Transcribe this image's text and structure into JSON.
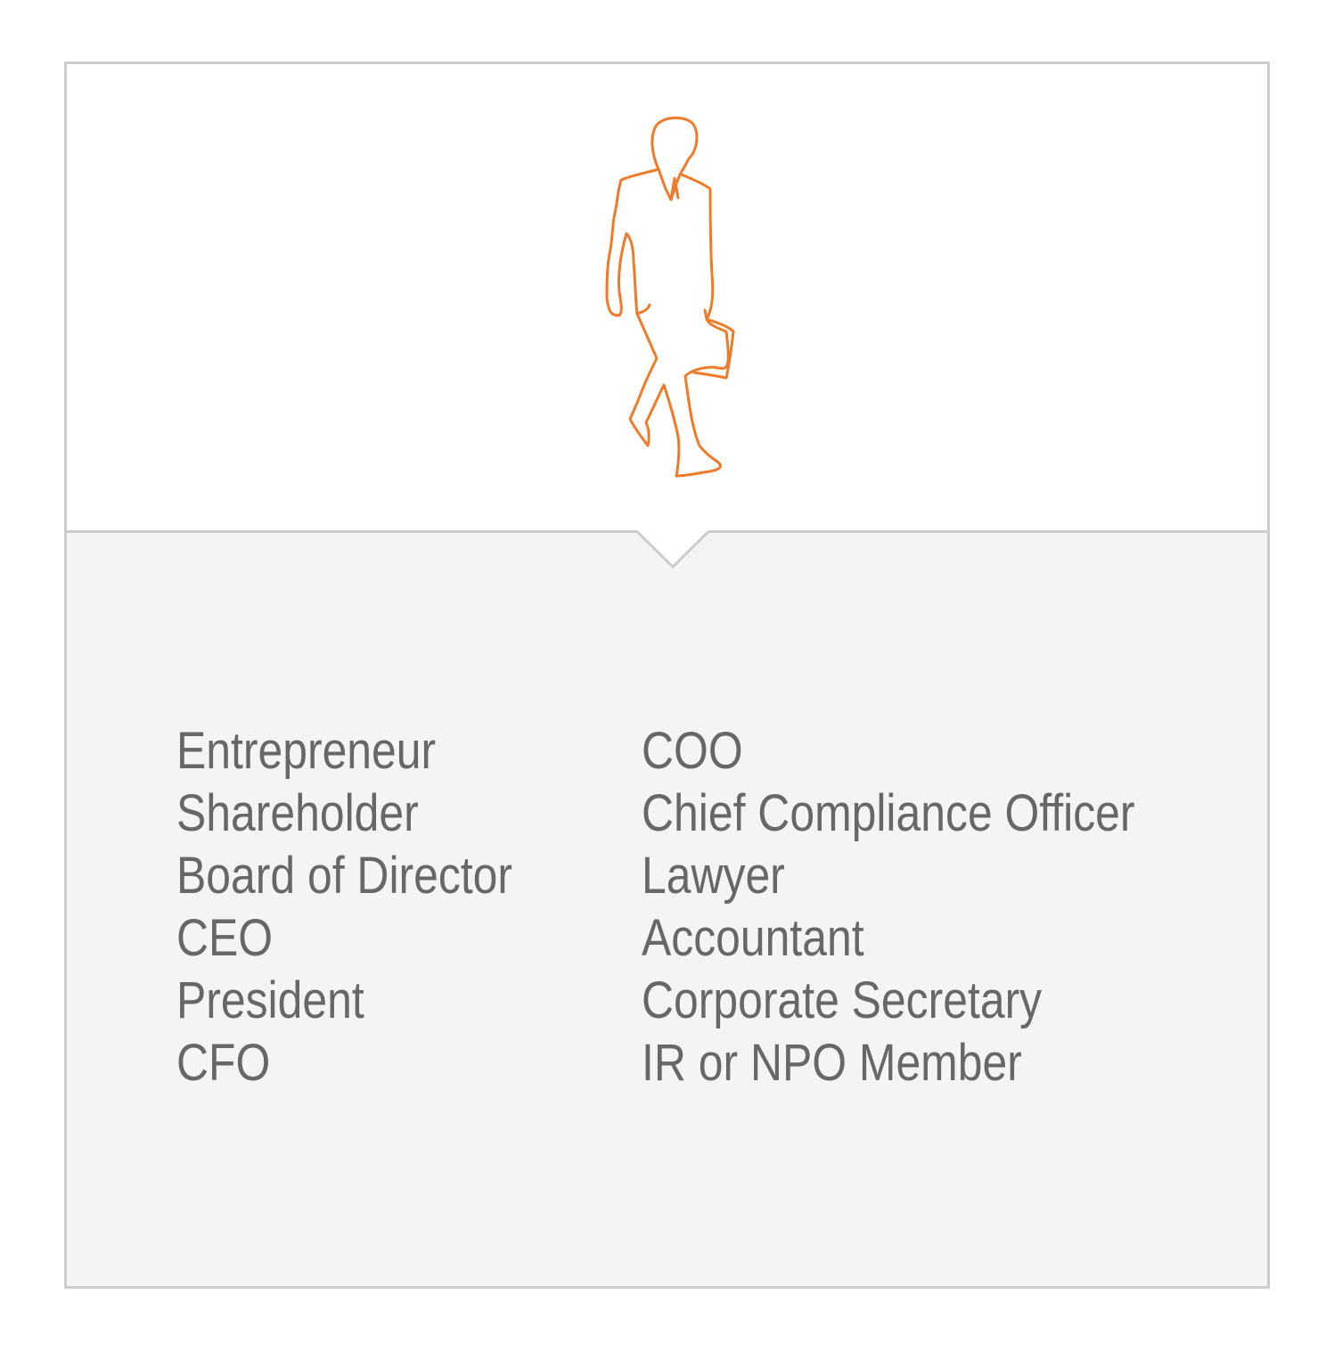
{
  "icons": {
    "figure": "walking-businessman-with-briefcase-icon",
    "figure_color": "#f07a28"
  },
  "colors": {
    "border": "#cccccc",
    "panel_background": "#f4f4f4",
    "text": "#676767"
  },
  "roles": {
    "left": [
      "Entrepreneur",
      "Shareholder",
      "Board of Director",
      "CEO",
      "President",
      "CFO"
    ],
    "right": [
      "COO",
      "Chief Compliance Officer",
      "Lawyer",
      "Accountant",
      "Corporate Secretary",
      "IR or NPO Member"
    ]
  }
}
